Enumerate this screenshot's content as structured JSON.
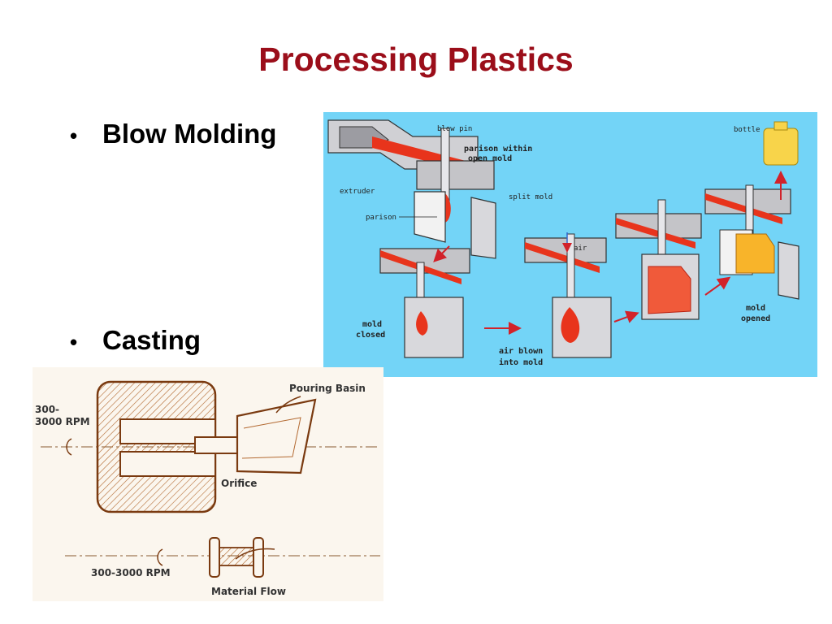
{
  "slide": {
    "title": "Processing Plastics",
    "bullets": [
      "Blow Molding",
      "Casting"
    ]
  },
  "blow_molding_figure": {
    "labels": {
      "blow_pin": "blow pin",
      "bottle": "bottle",
      "parison_within": "parison within",
      "open_mold": "open mold",
      "extruder": "extruder",
      "split_mold": "split mold",
      "parison": "parison",
      "air": "air",
      "mold_closed_1": "mold",
      "mold_closed_2": "closed",
      "air_blown_1": "air blown",
      "air_blown_2": "into mold",
      "mold_opened_1": "mold",
      "mold_opened_2": "opened"
    },
    "colors": {
      "background": "#73d4f7",
      "melt": "#e8341c",
      "metal": "#c8c8cc",
      "bottle": "#f8d44a",
      "arrow": "#d2222a"
    }
  },
  "casting_figure": {
    "labels": {
      "rpm_top_1": "300-",
      "rpm_top_2": "3000 RPM",
      "pouring_basin": "Pouring Basin",
      "orifice": "Orifice",
      "rpm_bottom": "300-3000 RPM",
      "material_flow": "Material Flow"
    },
    "colors": {
      "line": "#7a3a10",
      "hatch": "#b36a32",
      "background": "#fbf6ee"
    }
  }
}
